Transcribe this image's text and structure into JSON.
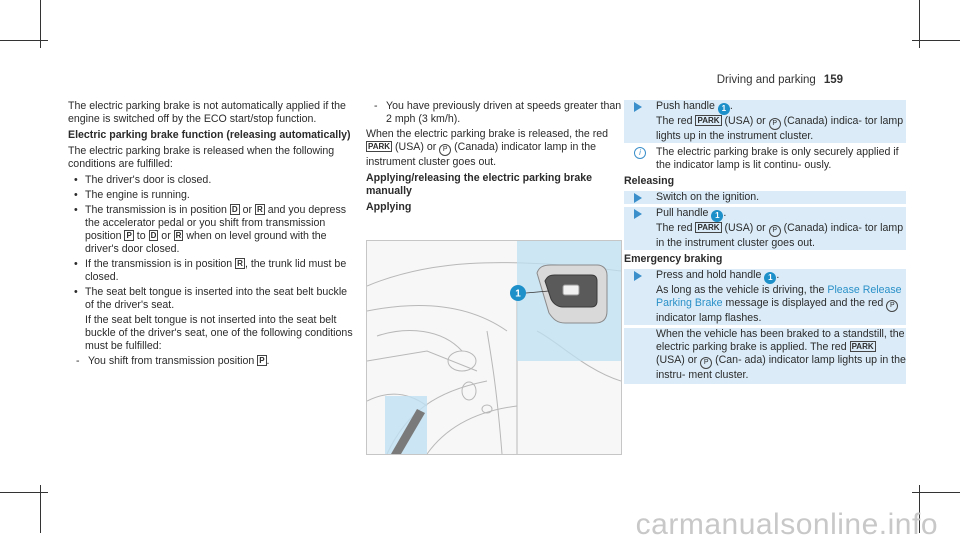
{
  "header": {
    "section": "Driving and parking",
    "page": "159"
  },
  "col1": {
    "intro": "The electric parking brake is not automatically applied if the engine is switched off by the ECO start/stop function.",
    "heading": "Electric parking brake function (releasing automatically)",
    "p1": "The electric parking brake is released when the following conditions are fulfilled:",
    "b1": "The driver's door is closed.",
    "b2": "The engine is running.",
    "b3a": "The transmission is in position",
    "b3b": "or",
    "b3c": "and you depress the accelerator pedal or you shift from transmission position",
    "b3d": "to",
    "b3e": "or",
    "b3f": "when on level ground with the driver's door closed.",
    "b4a": "If the transmission is in position",
    "b4b": ", the trunk lid must be closed.",
    "b5": "The seat belt tongue is inserted into the seat belt buckle of the driver's seat.",
    "b5b": "If the seat belt tongue is not inserted into the seat belt buckle of the driver's seat, one of the following conditions must be fulfilled:",
    "d1": "You shift from transmission position",
    "d1_end": ".",
    "dash": "-",
    "gear_d": "D",
    "gear_r": "R",
    "gear_p": "P"
  },
  "col2": {
    "d2": "You have previously driven at speeds greater than 2 mph (3 km/h).",
    "p1a": "When the electric parking brake is released, the red",
    "p1b": "(USA) or",
    "p1c": "(Canada) indicator lamp in the instrument cluster goes out.",
    "heading": "Applying/releasing the electric parking brake manually",
    "sub": "Applying",
    "callout": "1",
    "handle_symbol": "P",
    "dash": "-"
  },
  "col3": {
    "s1a": "Push handle",
    "s1b": ".",
    "s1c": "The red",
    "s1d": "(USA) or",
    "s1e": "(Canada) indica- tor lamp lights up in the instrument cluster.",
    "note": "The electric parking brake is only securely applied if the indicator lamp is lit continu- ously.",
    "releasing": "Releasing",
    "s2": "Switch on the ignition.",
    "s3a": "Pull handle",
    "s3b": ".",
    "s3c": "The red",
    "s3d": "(USA) or",
    "s3e": "(Canada) indica- tor lamp in the instrument cluster goes out.",
    "emergency": "Emergency braking",
    "s4a": "Press and hold handle",
    "s4b": ".",
    "s4c": "As long as the vehicle is driving, the",
    "s4link": "Please Release Parking Brake",
    "s4d": "message is displayed and the red",
    "s4e": "indicator lamp flashes.",
    "s5": "When the vehicle has been braked to a standstill, the electric parking brake is applied. The red",
    "s5b": "(USA) or",
    "s5c": "(Can- ada) indicator lamp lights up in the instru- ment cluster.",
    "park": "PARK",
    "pcircle": "(P)",
    "num": "1",
    "note_icon": "i"
  },
  "watermark": "carmanualsonline.info"
}
